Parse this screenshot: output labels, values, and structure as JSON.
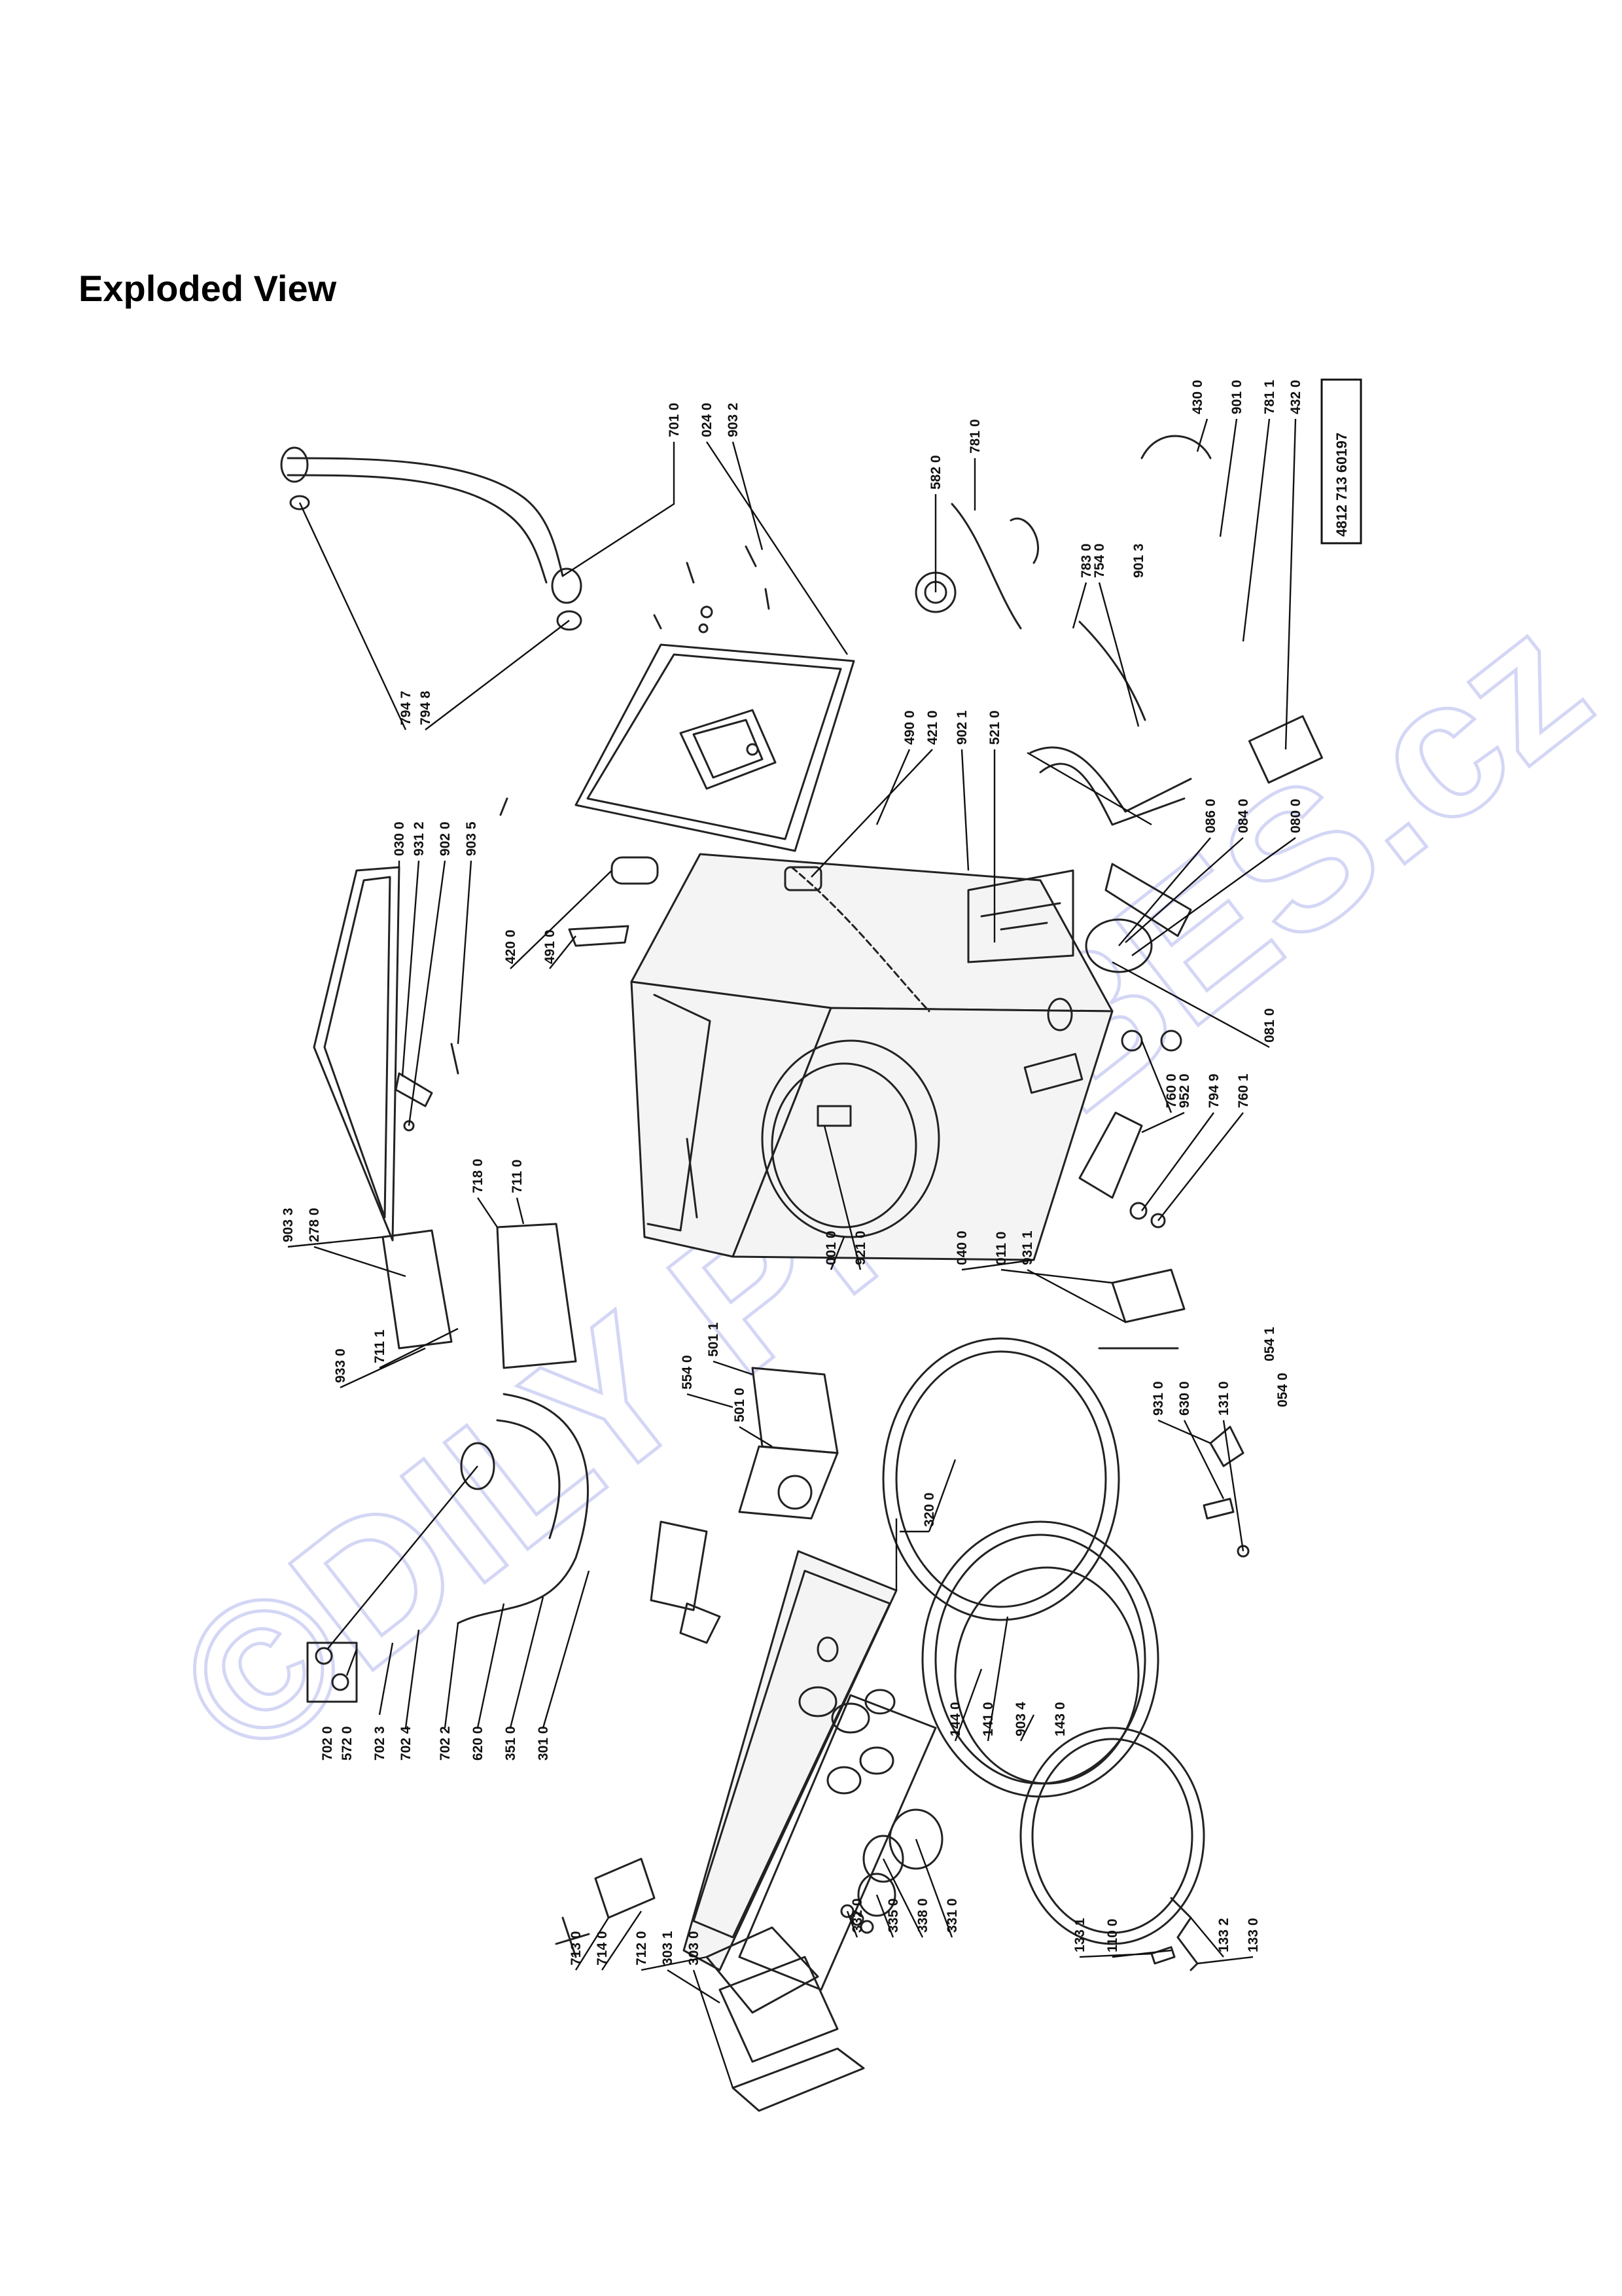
{
  "heading": "Exploded View",
  "document_number": "4812 713 60197",
  "watermark": "©DILY PROBES.cz",
  "part_numbers": [
    "701 0",
    "024 0",
    "903 2",
    "582 0",
    "781 0",
    "430 0",
    "901 0",
    "781 1",
    "432 0",
    "783 0",
    "754 0",
    "901 3",
    "490 0",
    "421 0",
    "902 1",
    "521 0",
    "086 0",
    "084 0",
    "080 0",
    "081 0",
    "794 7",
    "794 8",
    "030 0",
    "931 2",
    "902 0",
    "903 5",
    "420 0",
    "491 0",
    "760 0",
    "952 0",
    "794 9",
    "760 1",
    "903 3",
    "278 0",
    "718 0",
    "711 0",
    "933 0",
    "711 1",
    "554 0",
    "501 1",
    "501 0",
    "001 0",
    "921 0",
    "040 0",
    "011 0",
    "931 1",
    "054 1",
    "054 0",
    "702 0",
    "572 0",
    "702 3",
    "702 4",
    "702 2",
    "620 0",
    "351 0",
    "301 0",
    "320 0",
    "144 0",
    "141 0",
    "903 4",
    "143 0",
    "931 0",
    "630 0",
    "131 0",
    "332 0",
    "335 0",
    "338 0",
    "331 0",
    "713 0",
    "714 0",
    "712 0",
    "303 1",
    "303 0",
    "133 1",
    "110 0",
    "133 2",
    "133 0"
  ]
}
